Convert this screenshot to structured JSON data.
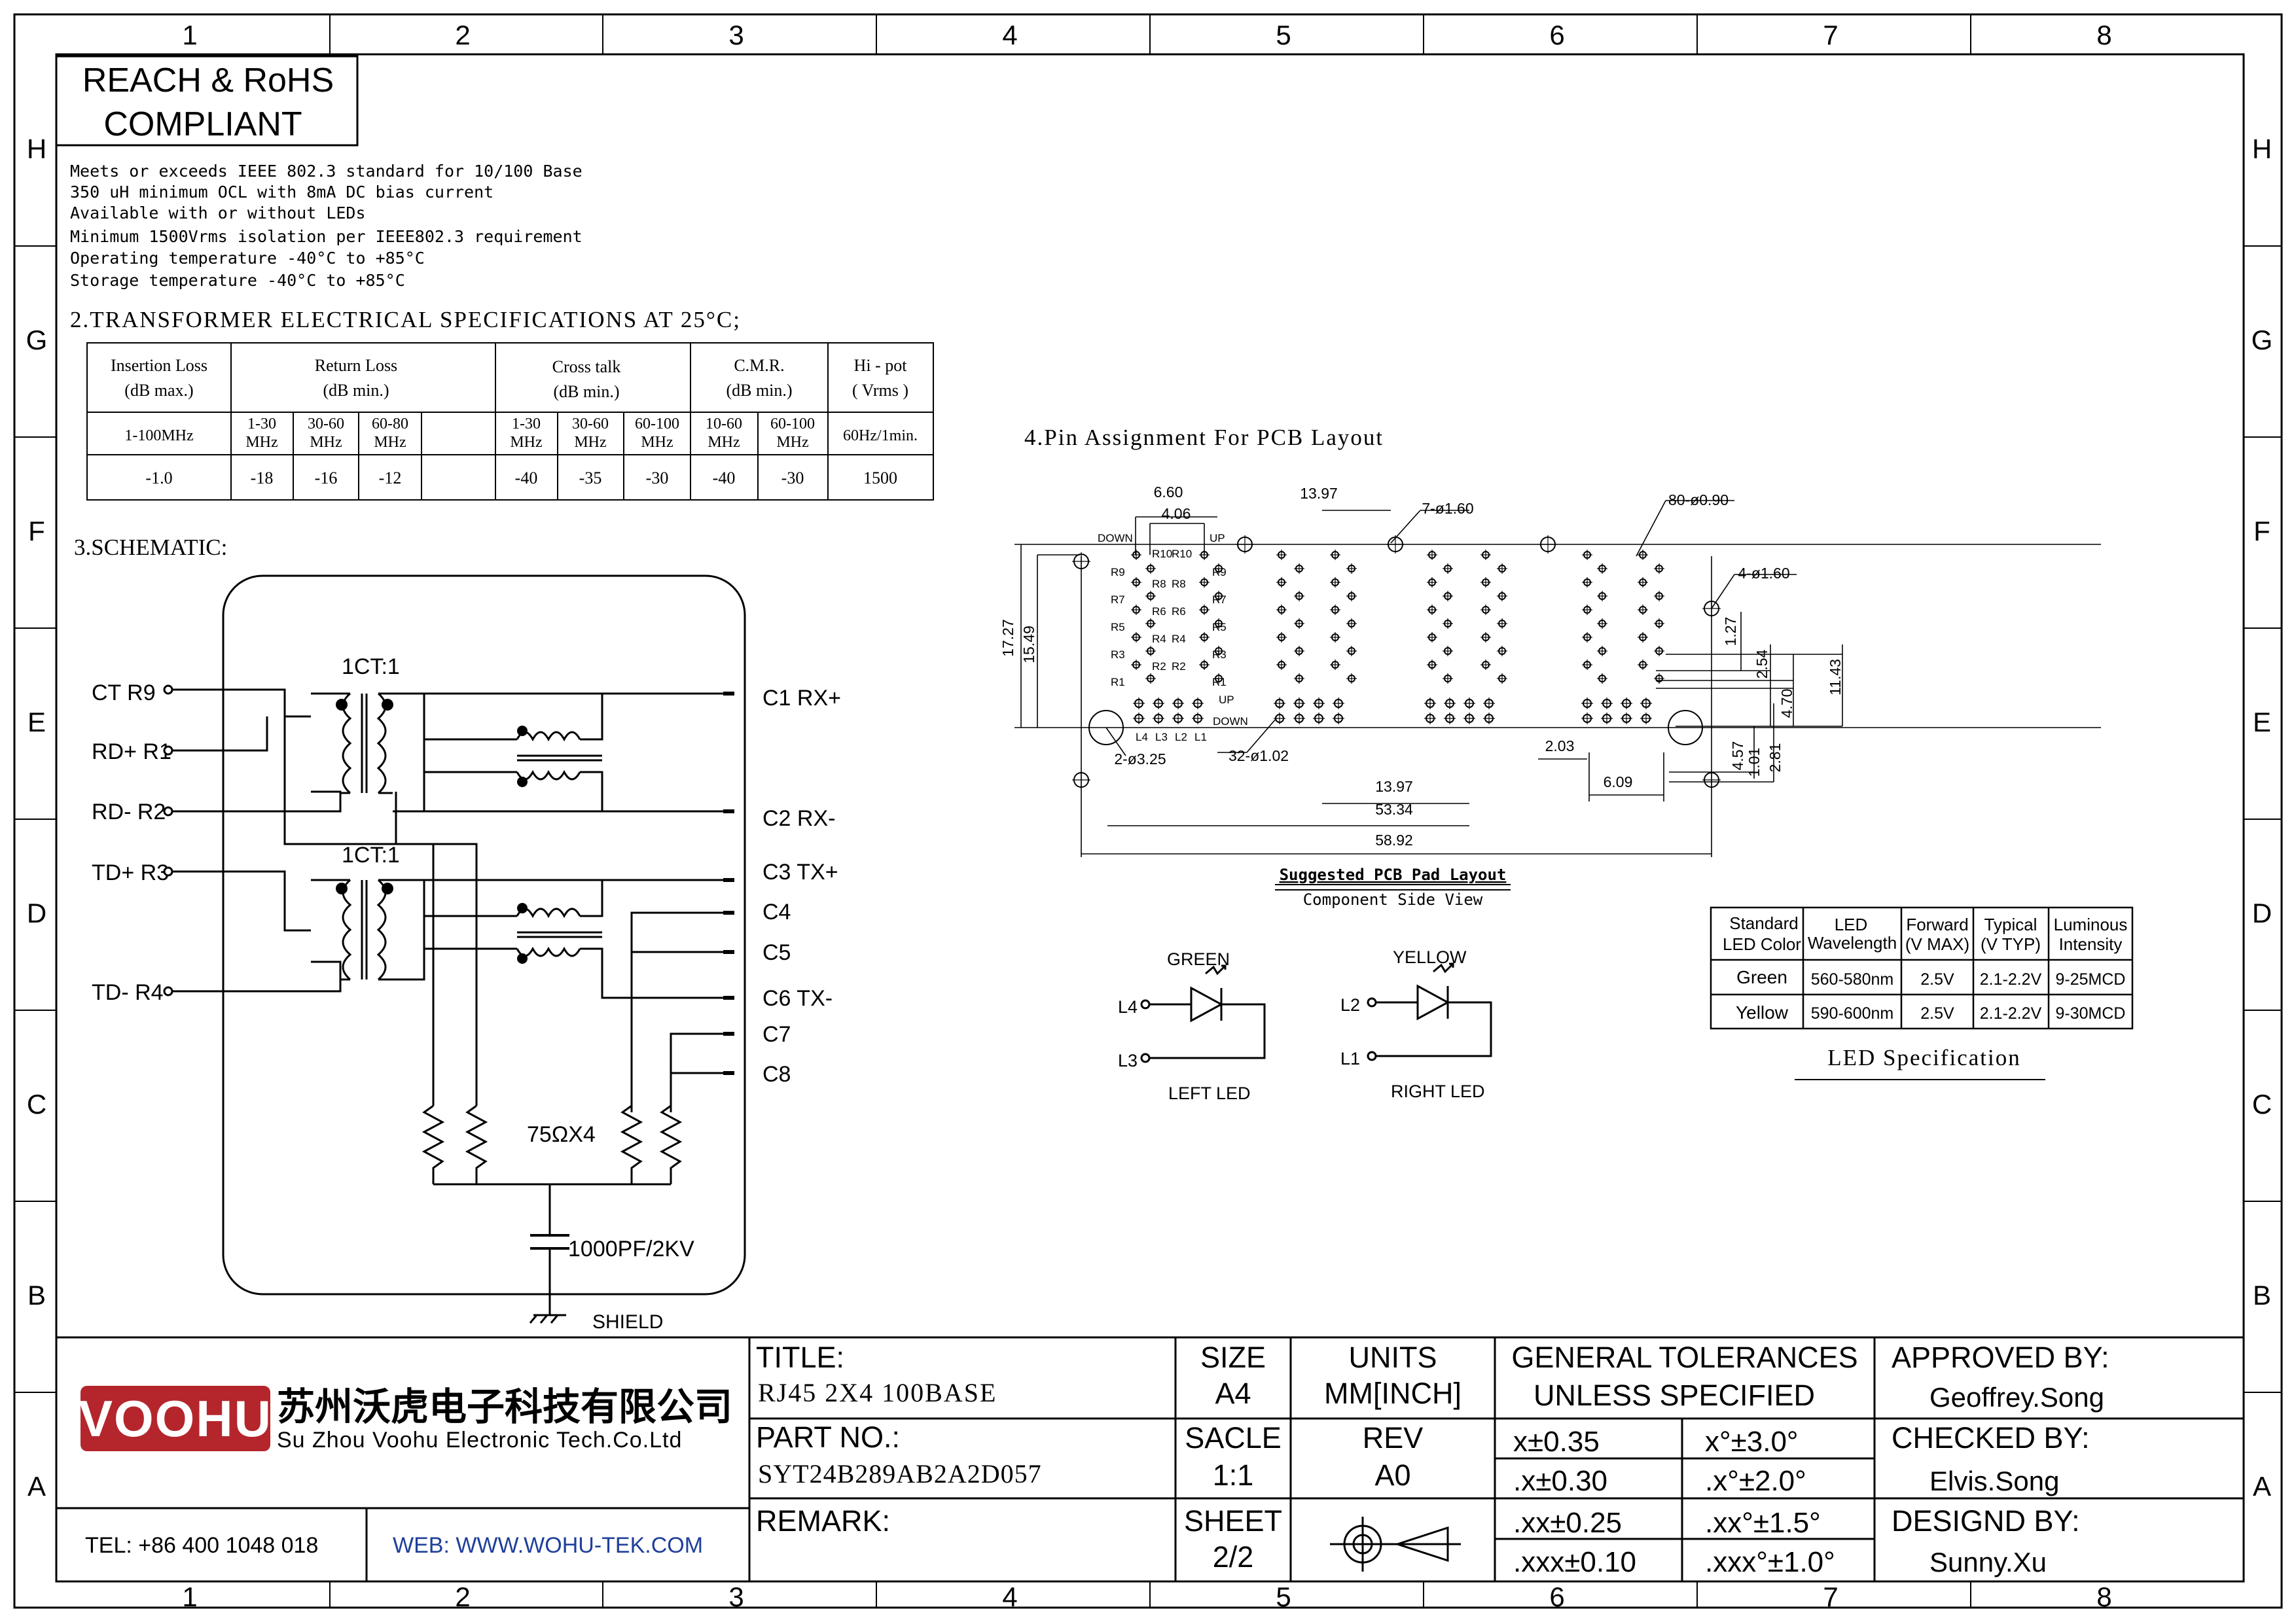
{
  "border": {
    "columns": [
      "1",
      "2",
      "3",
      "4",
      "5",
      "6",
      "7",
      "8"
    ],
    "rows": [
      "H",
      "G",
      "F",
      "E",
      "D",
      "C",
      "B",
      "A"
    ]
  },
  "compliance": {
    "line1": "REACH & RoHS",
    "line2": "COMPLIANT"
  },
  "features": [
    "Meets or exceeds IEEE 802.3 standard for 10/100 Base",
    "350 uH minimum OCL with 8mA DC bias current",
    "Available with or without LEDs",
    "Minimum 1500Vrms isolation per IEEE802.3 requirement",
    "Operating temperature -40°C to +85°C",
    "Storage temperature -40°C to +85°C"
  ],
  "transformer_spec": {
    "title": "2.TRANSFORMER ELECTRICAL SPECIFICATIONS AT 25°C;",
    "groups": [
      {
        "l1": "Insertion Loss",
        "l2": "(dB max.)"
      },
      {
        "l1": "Return Loss",
        "l2": "(dB min.)"
      },
      {
        "l1": "Cross talk",
        "l2": "(dB min.)"
      },
      {
        "l1": "C.M.R.",
        "l2": "(dB min.)"
      },
      {
        "l1": "Hi - pot",
        "l2": "( Vrms )"
      }
    ],
    "freq": [
      "1-100MHz",
      "1-30 MHz",
      "30-60 MHz",
      "60-80 MHz",
      "1-30 MHz",
      "30-60 MHz",
      "60-100 MHz",
      "10-60 MHz",
      "60-100 MHz",
      "60Hz/1min."
    ],
    "values": [
      "-1.0",
      "-18",
      "-16",
      "-12",
      "-40",
      "-35",
      "-30",
      "-40",
      "-30",
      "1500"
    ]
  },
  "schematic": {
    "title": "3.SCHEMATIC:",
    "left_pins": [
      "CT R9",
      "RD+ R1",
      "RD- R2",
      "TD+ R3",
      "TD- R4"
    ],
    "right_pins": [
      "C1 RX+",
      "C2 RX-",
      "C3 TX+",
      "C4",
      "C5",
      "C6 TX-",
      "C7",
      "C8"
    ],
    "ct_upper": "1CT:1",
    "ct_lower": "1CT:1",
    "resistor_label": "75ΩX4",
    "cap_label": "1000PF/2KV",
    "shield_label": "SHIELD"
  },
  "pcb": {
    "title": "4.Pin Assignment For PCB Layout",
    "dims": {
      "d660": "6.60",
      "d406": "4.06",
      "d1397": "13.97",
      "h7": "7-ø1.60",
      "h80": "80-ø0.90",
      "h4": "4-ø1.60",
      "d1727": "17.27",
      "d1549": "15.49",
      "d127": "1.27",
      "d254": "2.54",
      "d1143": "11.43",
      "d470": "4.70",
      "d457": "4.57",
      "d101": "1.01",
      "d281": "2.81",
      "d203": "2.03",
      "d609": "6.09",
      "h2": "2-ø3.25",
      "h32": "32-ø1.02",
      "d1397b": "13.97",
      "d5334": "53.34",
      "d5892": "58.92"
    },
    "labels": {
      "down": "DOWN",
      "up": "UP",
      "up2": "UP",
      "down2": "DOWN",
      "rl": [
        "R9",
        "R7",
        "R5",
        "R3",
        "R1"
      ],
      "rr": [
        "R9",
        "R7",
        "R5",
        "R3",
        "R1"
      ],
      "ri": [
        "R10",
        "R8",
        "R6",
        "R4",
        "R2"
      ],
      "ri2": [
        "R10",
        "R8",
        "R6",
        "R4",
        "R2"
      ],
      "leds": [
        "L4",
        "L3",
        "L2",
        "L1"
      ]
    },
    "caption": "Suggested PCB Pad Layout",
    "caption2": "Component Side View"
  },
  "leds": {
    "left": {
      "color": "GREEN",
      "a": "L4",
      "b": "L3",
      "name": "LEFT LED"
    },
    "right": {
      "color": "YELLOW",
      "a": "L2",
      "b": "L1",
      "name": "RIGHT LED"
    }
  },
  "led_spec": {
    "headers": [
      [
        "Standard",
        "LED Color"
      ],
      [
        "LED",
        "Wavelength"
      ],
      [
        "Forward",
        "(V MAX)"
      ],
      [
        "Typical",
        "(V TYP)"
      ],
      [
        "Luminous",
        "Intensity"
      ]
    ],
    "rows": [
      [
        "Green",
        "560-580nm",
        "2.5V",
        "2.1-2.2V",
        "9-25MCD"
      ],
      [
        "Yellow",
        "590-600nm",
        "2.5V",
        "2.1-2.2V",
        "9-30MCD"
      ]
    ],
    "caption": "LED Specification"
  },
  "title_block": {
    "company_logo": "VOOHU",
    "company_cn": "苏州沃虎电子科技有限公司",
    "company_en": "Su Zhou Voohu Electronic Tech.Co.Ltd",
    "tel": "TEL: +86 400 1048 018",
    "web": "WEB: WWW.WOHU-TEK.COM",
    "title_label": "TITLE:",
    "title_value": "RJ45 2X4 100BASE",
    "part_label": "PART NO.:",
    "part_value": "SYT24B289AB2A2D057",
    "remark_label": "REMARK:",
    "size_label": "SIZE",
    "size_value": "A4",
    "units_label": "UNITS",
    "units_value": "MM[INCH]",
    "scale_label": "SACLE",
    "scale_value": "1:1",
    "rev_label": "REV",
    "rev_value": "A0",
    "sheet_label": "SHEET",
    "sheet_value": "2/2",
    "gt_line1": "GENERAL TOLERANCES",
    "gt_line2": "UNLESS SPECIFIED",
    "tol": [
      [
        "x±0.35",
        "x°±3.0°"
      ],
      [
        ".x±0.30",
        ".x°±2.0°"
      ],
      [
        ".xx±0.25",
        ".xx°±1.5°"
      ],
      [
        ".xxx±0.10",
        ".xxx°±1.0°"
      ]
    ],
    "approved_label": "APPROVED BY:",
    "approved_value": "Geoffrey.Song",
    "checked_label": "CHECKED BY:",
    "checked_value": "Elvis.Song",
    "designed_label": "DESIGND BY:",
    "designed_value": "Sunny.Xu"
  },
  "colors": {
    "brand_red": "#b4262c",
    "web_blue": "#1f3f9a"
  }
}
